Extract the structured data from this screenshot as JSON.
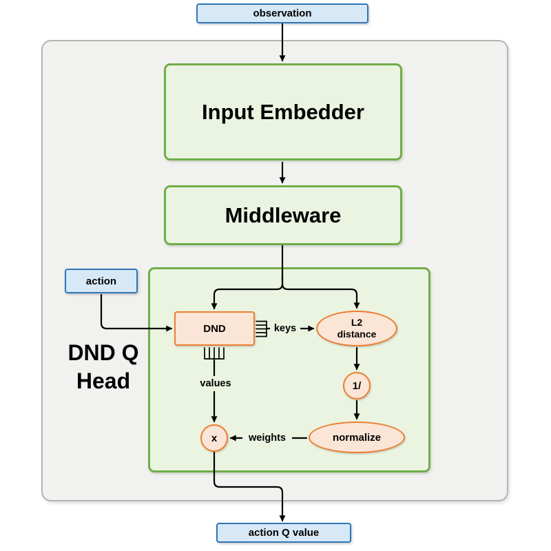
{
  "colors": {
    "blue_border": "#2E75B6",
    "blue_fill": "#D7E8F6",
    "green_border": "#70AD47",
    "green_fill": "#EAF4E1",
    "orange_border": "#ED7D31",
    "orange_fill": "#FBE5D6",
    "outer_fill": "#F1F1EF",
    "outer_border": "#B3B3B3",
    "arrow": "#000000"
  },
  "nodes": {
    "observation": "observation",
    "input_embedder": "Input Embedder",
    "middleware": "Middleware",
    "action": "action",
    "dnd": "DND",
    "l2_line1": "L2",
    "l2_line2": "distance",
    "reciprocal": "1/",
    "normalize": "normalize",
    "multiply": "x",
    "action_q_value": "action Q value"
  },
  "labels": {
    "group_title_line1": "DND Q",
    "group_title_line2": "Head",
    "keys": "keys",
    "values": "values",
    "weights": "weights"
  }
}
